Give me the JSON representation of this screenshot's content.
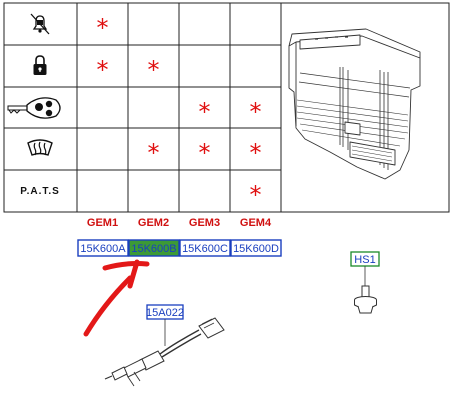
{
  "row_labels": {
    "pats": "P.A.T.S"
  },
  "icons": [
    "alarm-disabled-icon",
    "padlock-icon",
    "remote-key-icon",
    "heated-windscreen-icon"
  ],
  "gem_columns": [
    {
      "label": "GEM1",
      "part": "15K600A",
      "highlight": false
    },
    {
      "label": "GEM2",
      "part": "15K600B",
      "highlight": true
    },
    {
      "label": "GEM3",
      "part": "15K600C",
      "highlight": false
    },
    {
      "label": "GEM4",
      "part": "15K600D",
      "highlight": false
    }
  ],
  "matrix": [
    [
      true,
      false,
      false,
      false
    ],
    [
      true,
      true,
      false,
      false
    ],
    [
      false,
      false,
      true,
      true
    ],
    [
      false,
      true,
      true,
      true
    ],
    [
      false,
      false,
      false,
      true
    ]
  ],
  "star_symbol": "*",
  "parts": {
    "hs1": "HS1",
    "harness": "15A022"
  },
  "colors": {
    "star": "#e01010",
    "gem_label": "#d01010",
    "part_box_border": "#1a3fbf",
    "part_text": "#1a3fbf",
    "highlight_fill": "#3c9a36",
    "hs1_border": "#1a8a2a",
    "arrow": "#e31818"
  }
}
